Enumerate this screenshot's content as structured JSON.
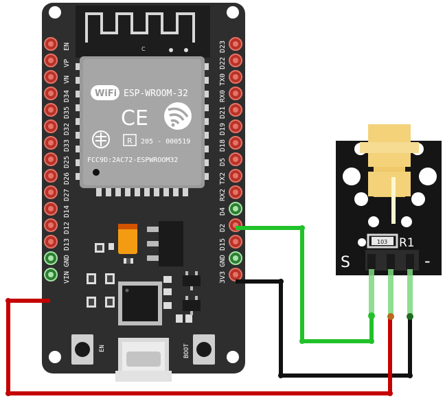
{
  "board": {
    "left_pins": [
      "EN",
      "VP",
      "VN",
      "D34",
      "D35",
      "D32",
      "D33",
      "D25",
      "D26",
      "D27",
      "D14",
      "D12",
      "D13",
      "GND",
      "VIN"
    ],
    "right_pins": [
      "D23",
      "D22",
      "TX0",
      "RX0",
      "D21",
      "D19",
      "D18",
      "D5",
      "TX2",
      "RX2",
      "D4",
      "D2",
      "D15",
      "GND",
      "3V3"
    ],
    "module_name": "ESP-WROOM-32",
    "wifi_logo": "WiFi",
    "ce_mark": "CE",
    "r_mark": "R",
    "cert_code": "205 - 000519",
    "fcc_id": "FCC9D:2AC72-ESPWROOM32",
    "antenna_mark": "C",
    "button_en": "EN",
    "button_boot": "BOOT",
    "board_color": "#2e2e2e",
    "pin_color": "#c0392b"
  },
  "laser_module": {
    "label_s": "S",
    "label_minus": "-",
    "label_r1": "R1",
    "resistor_value": "103",
    "pcb_color": "#151515",
    "diode_color": "#f3d27a"
  },
  "wires": {
    "signal_color": "#21c12a",
    "ground_color": "#111111",
    "power_color": "#c40000"
  }
}
